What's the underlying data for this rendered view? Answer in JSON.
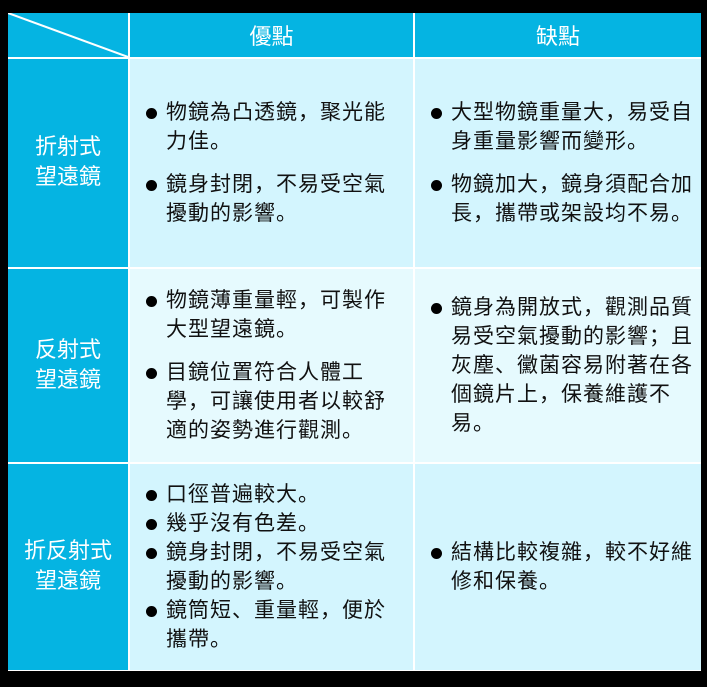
{
  "header": {
    "corner": "",
    "columns": [
      "優點",
      "缺點"
    ]
  },
  "rows": [
    {
      "label": "折射式\n望遠鏡",
      "pros": [
        "物鏡為凸透鏡，聚光能力佳。",
        "鏡身封閉，不易受空氣擾動的影響。"
      ],
      "cons": [
        "大型物鏡重量大，易受自身重量影響而變形。",
        "物鏡加大，鏡身須配合加長，攜帶或架設均不易。"
      ]
    },
    {
      "label": "反射式\n望遠鏡",
      "pros": [
        "物鏡薄重量輕，可製作大型望遠鏡。",
        "目鏡位置符合人體工學，可讓使用者以較舒適的姿勢進行觀測。"
      ],
      "cons": [
        "鏡身為開放式，觀測品質易受空氣擾動的影響；且灰塵、黴菌容易附著在各個鏡片上，保養維護不易。"
      ]
    },
    {
      "label": "折反射式\n望遠鏡",
      "pros": [
        "口徑普遍較大。",
        "幾乎沒有色差。",
        "鏡身封閉，不易受空氣擾動的影響。",
        "鏡筒短、重量輕，便於攜帶。"
      ],
      "cons": [
        "結構比較複雜，較不好維修和保養。"
      ]
    }
  ],
  "colors": {
    "header_bg": "#05B4E2",
    "row_bg_primary": "#D3F5FE",
    "row_bg_secondary": "#E6FAFE",
    "grid_line": "#FFFFFF",
    "header_text": "#FFFFFF",
    "body_text": "#111111"
  }
}
